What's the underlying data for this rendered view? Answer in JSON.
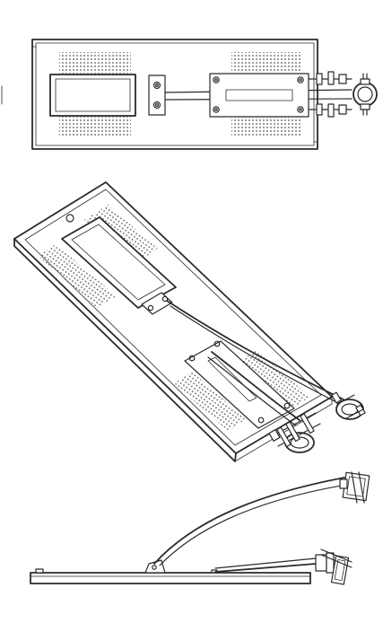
{
  "drawing": {
    "views": [
      {
        "name": "top-view"
      },
      {
        "name": "isometric-view"
      },
      {
        "name": "side-view"
      }
    ],
    "colors": {
      "line": "#2a2a2a",
      "background": "#ffffff",
      "perforation": "#555555"
    }
  }
}
